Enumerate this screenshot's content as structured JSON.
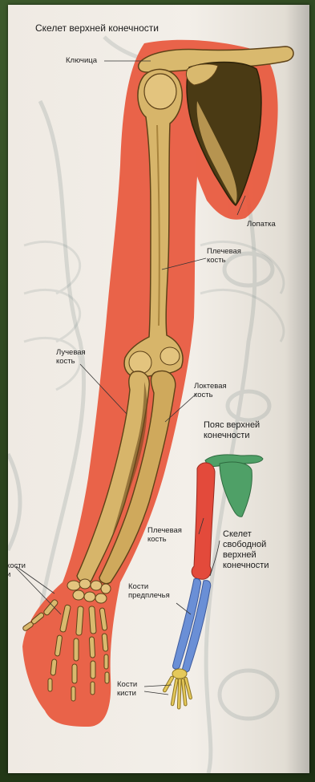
{
  "title": "Скелет верхней конечности",
  "labels": {
    "clavicle": "Ключица",
    "scapula": "Лопатка",
    "humerus": "Плечевая\nкость",
    "radius": "Лучевая\nкость",
    "ulna": "Локтевая\nкость",
    "hand_bones_partial": "кости\nи"
  },
  "scheme": {
    "girdle": "Пояс верхней\nконечности",
    "humerus": "Плечевая\nкость",
    "free_limb": "Скелет\nсвободной\nверхней\nконечности",
    "forearm": "Кости\nпредплечья",
    "hand": "Кости\nкисти"
  },
  "colors": {
    "arm_silhouette": "#e8573c",
    "bone": "#d7b56a",
    "bone_shadow": "#6b4a1c",
    "scapula_dark": "#4a3a14",
    "scheme_girdle": "#4fa067",
    "scheme_humerus": "#e34a3b",
    "scheme_forearm": "#6a8fd6",
    "scheme_hand": "#e5c95a",
    "frame": "#2f4a22"
  }
}
